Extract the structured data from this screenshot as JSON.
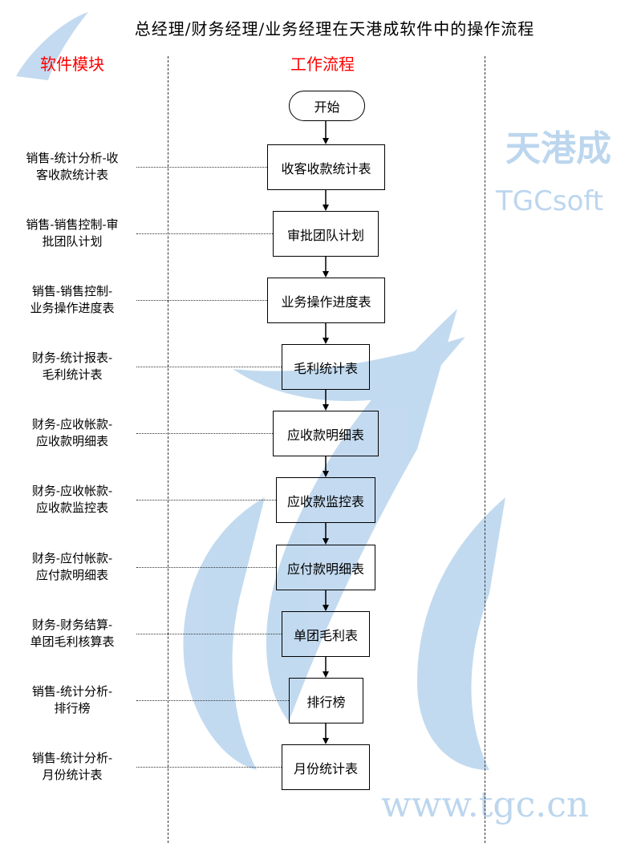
{
  "title": "总经理/财务经理/业务经理在天港成软件中的操作流程",
  "headers": {
    "modules": "软件模块",
    "flow": "工作流程"
  },
  "watermark": {
    "logo_cn": "天港成",
    "logo_en": "TGCsoft",
    "url": "www.tgc.cn",
    "color": "#bcd6ee"
  },
  "start": "开始",
  "steps": [
    {
      "box": "收客收款统计表",
      "l1": "销售-统计分析-收",
      "l2": "客收款统计表"
    },
    {
      "box": "审批团队计划",
      "l1": "销售-销售控制-审",
      "l2": "批团队计划"
    },
    {
      "box": "业务操作进度表",
      "l1": "销售-销售控制-",
      "l2": "业务操作进度表"
    },
    {
      "box": "毛利统计表",
      "l1": "财务-统计报表-",
      "l2": "毛利统计表"
    },
    {
      "box": "应收款明细表",
      "l1": "财务-应收帐款-",
      "l2": "应收款明细表"
    },
    {
      "box": "应收款监控表",
      "l1": "财务-应收帐款-",
      "l2": "应收款监控表"
    },
    {
      "box": "应付款明细表",
      "l1": "财务-应付帐款-",
      "l2": "应付款明细表"
    },
    {
      "box": "单团毛利表",
      "l1": "财务-财务结算-",
      "l2": "单团毛利核算表"
    },
    {
      "box": "排行榜",
      "l1": "销售-统计分析-",
      "l2": "排行榜"
    },
    {
      "box": "月份统计表",
      "l1": "销售-统计分析-",
      "l2": "月份统计表"
    }
  ]
}
